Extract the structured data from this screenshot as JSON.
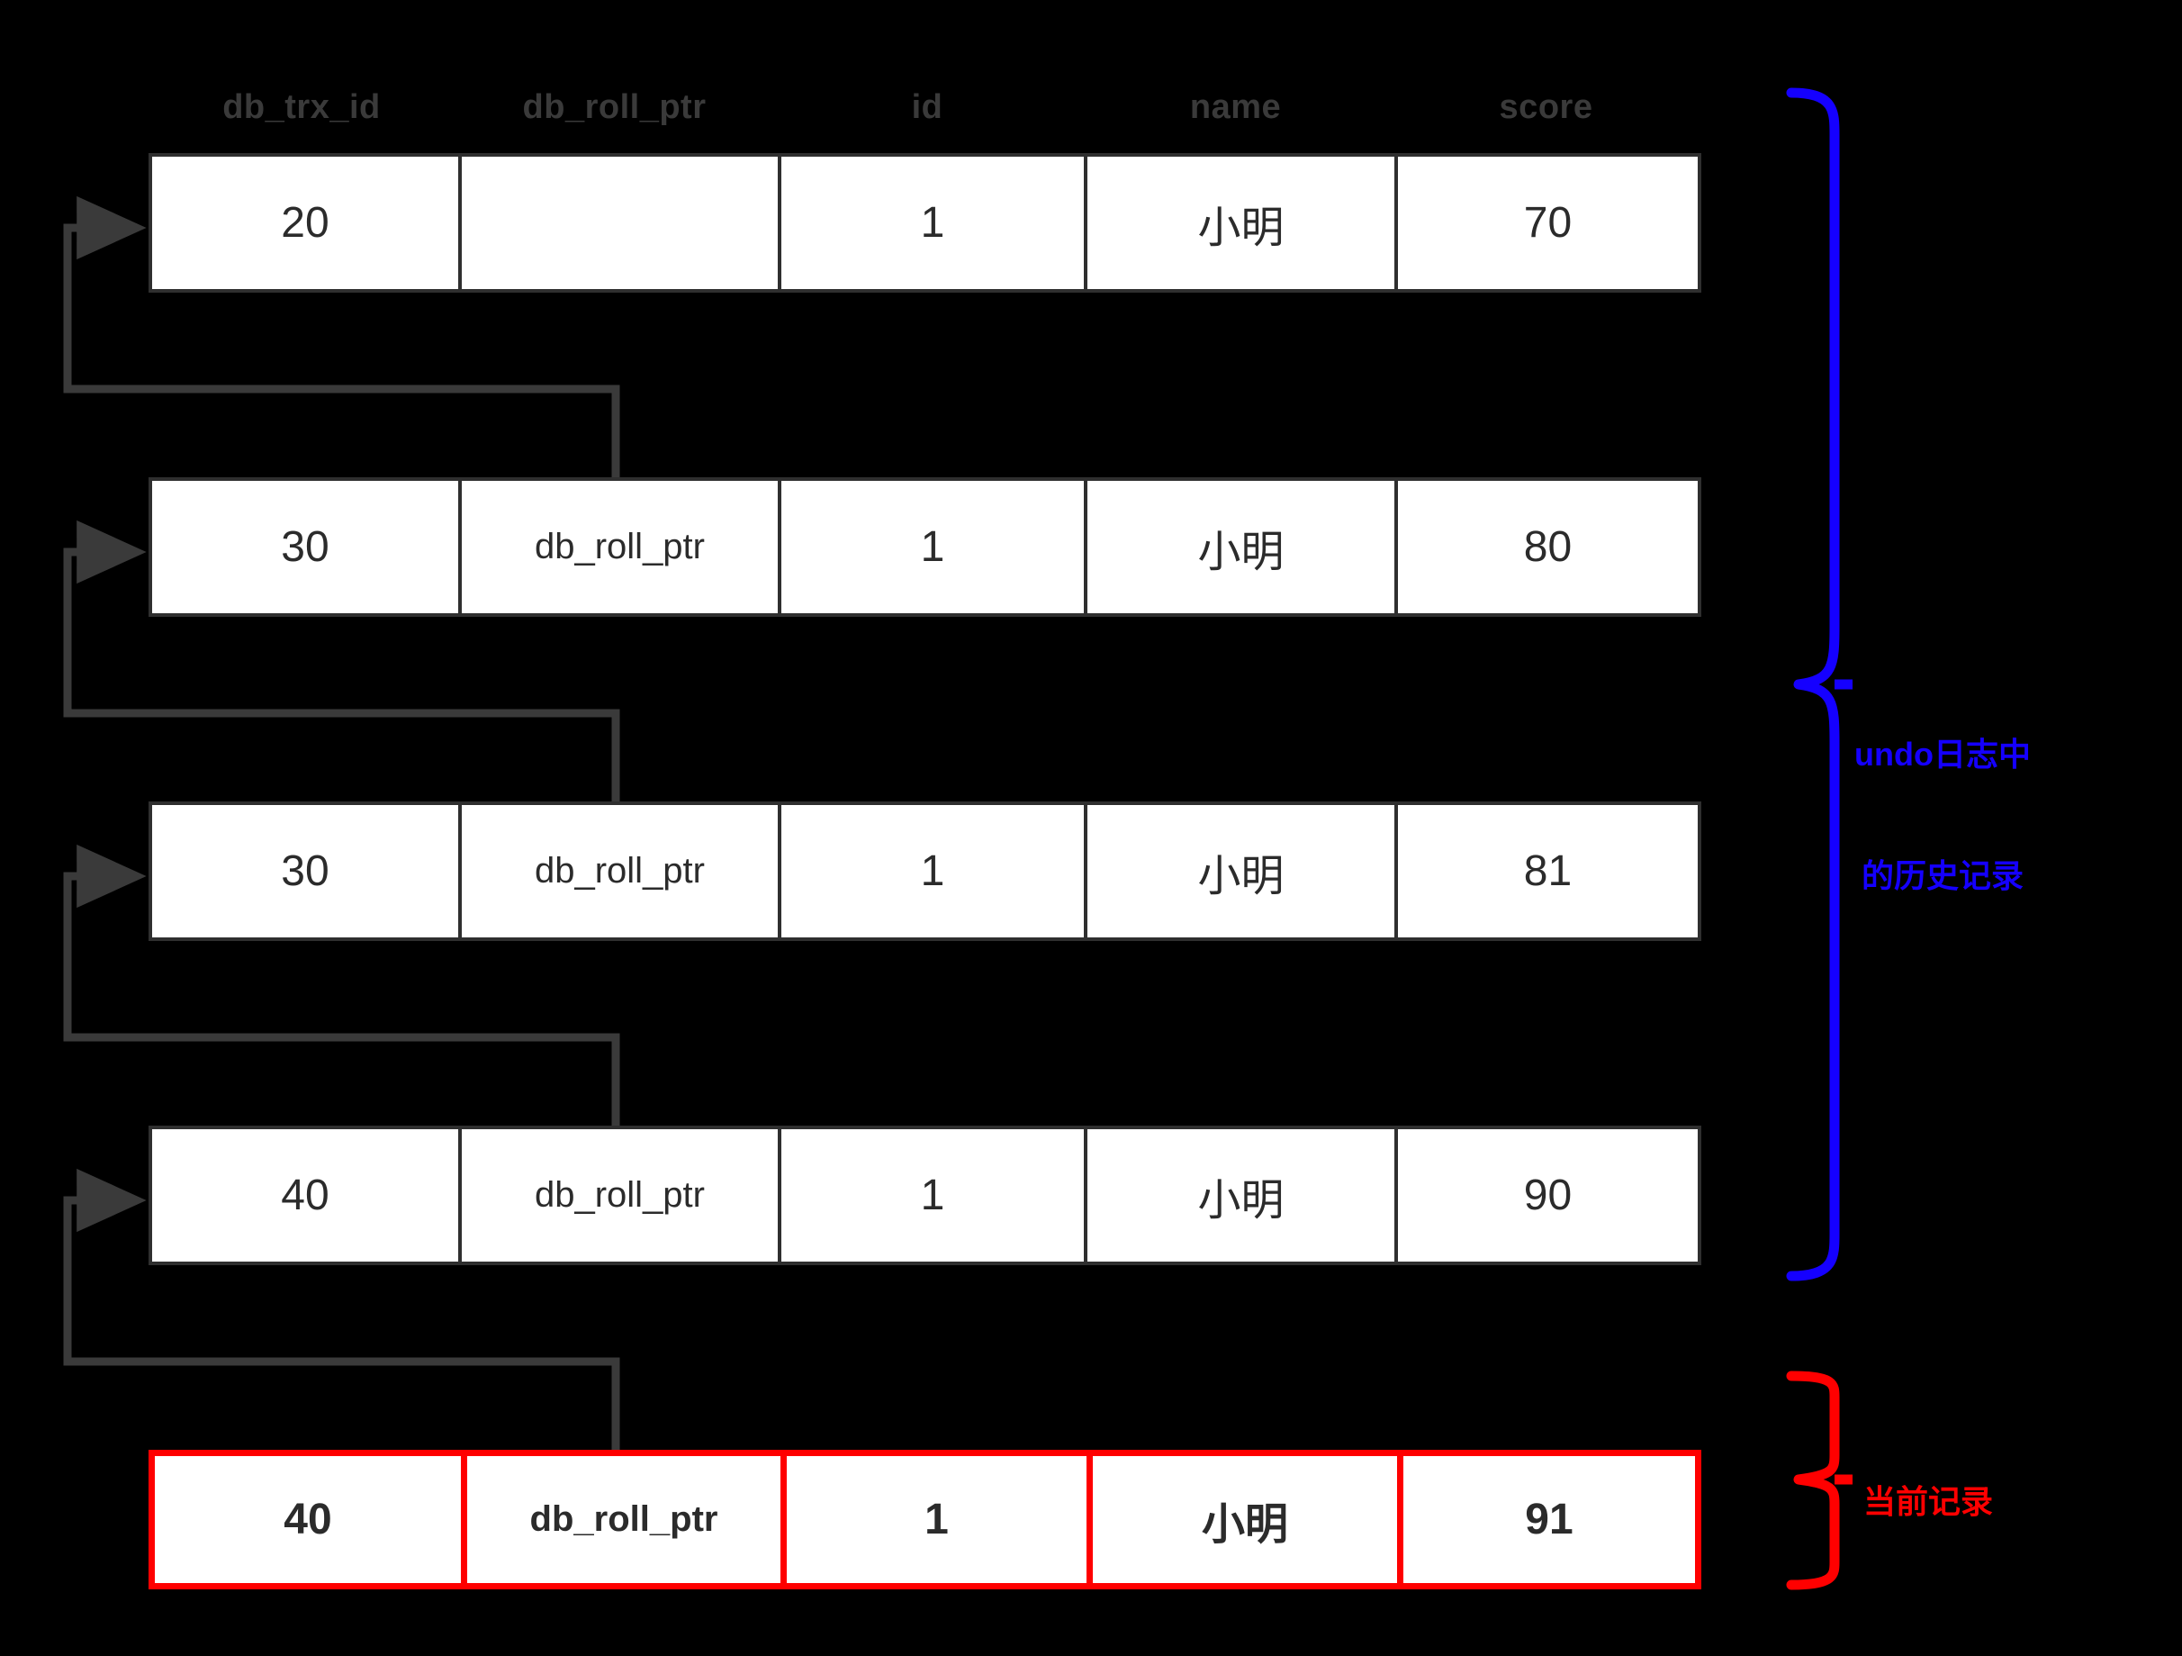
{
  "diagram": {
    "title": "MySQL InnoDB undo log version chain",
    "background_color": "#000000",
    "history_border_color": "#2f2f2f",
    "current_border_color": "#ff0000",
    "undo_annotation_color": "#1500ff",
    "current_annotation_color": "#ff0000",
    "connector_color": "#3a3a3a"
  },
  "columns": [
    {
      "key": "db_trx_id",
      "label": "db_trx_id"
    },
    {
      "key": "db_roll_ptr",
      "label": "db_roll_ptr"
    },
    {
      "key": "id",
      "label": "id"
    },
    {
      "key": "name",
      "label": "name"
    },
    {
      "key": "score",
      "label": "score"
    }
  ],
  "rows": [
    {
      "kind": "history",
      "db_trx_id": "20",
      "db_roll_ptr": "",
      "id": "1",
      "name": "小明",
      "score": "70"
    },
    {
      "kind": "history",
      "db_trx_id": "30",
      "db_roll_ptr": "db_roll_ptr",
      "id": "1",
      "name": "小明",
      "score": "80"
    },
    {
      "kind": "history",
      "db_trx_id": "30",
      "db_roll_ptr": "db_roll_ptr",
      "id": "1",
      "name": "小明",
      "score": "81"
    },
    {
      "kind": "history",
      "db_trx_id": "40",
      "db_roll_ptr": "db_roll_ptr",
      "id": "1",
      "name": "小明",
      "score": "90"
    },
    {
      "kind": "current",
      "db_trx_id": "40",
      "db_roll_ptr": "db_roll_ptr",
      "id": "1",
      "name": "小明",
      "score": "91"
    }
  ],
  "annotations": {
    "undo_history_line1": "undo日志中",
    "undo_history_line2": "的历史记录",
    "current_record": "当前记录"
  },
  "braces": {
    "undo_brace_label": "undo-history-brace",
    "current_brace_label": "current-record-brace"
  }
}
